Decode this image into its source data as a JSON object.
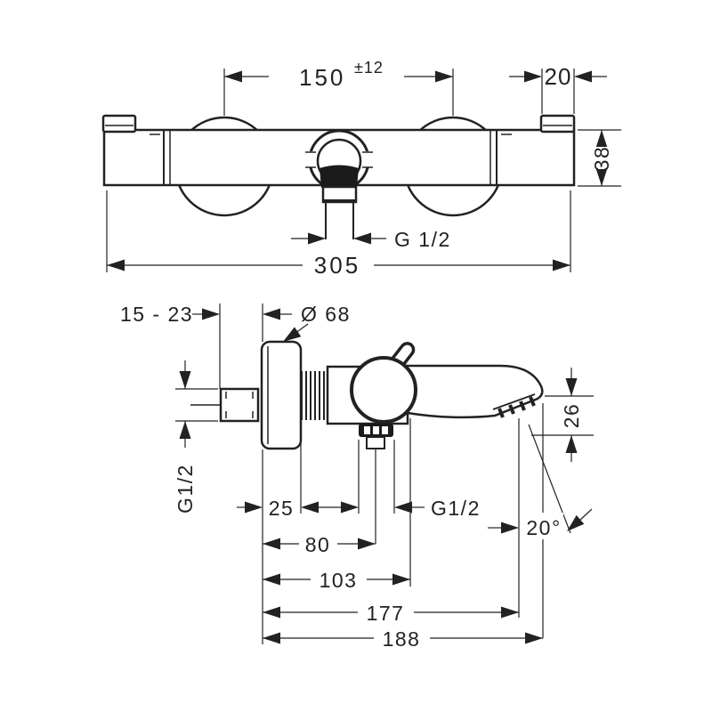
{
  "top_view": {
    "center_distance": "150",
    "center_distance_tolerance": "±12",
    "handle_width": "20",
    "body_height": "38",
    "spout_thread": "G 1/2",
    "overall_width": "305"
  },
  "side_view": {
    "wall_distance_range": "15 - 23",
    "escutcheon_diameter": "Ø 68",
    "inlet_thread": "G1/2",
    "tip_height": "26",
    "escutcheon_depth": "25",
    "shower_outlet_thread": "G1/2",
    "outlet_axis_depth": "80",
    "handle_depth": "103",
    "aerator_depth": "177",
    "spout_reach": "188",
    "spout_angle": "20°"
  },
  "colors": {
    "line": "#222222",
    "background": "#ffffff"
  }
}
